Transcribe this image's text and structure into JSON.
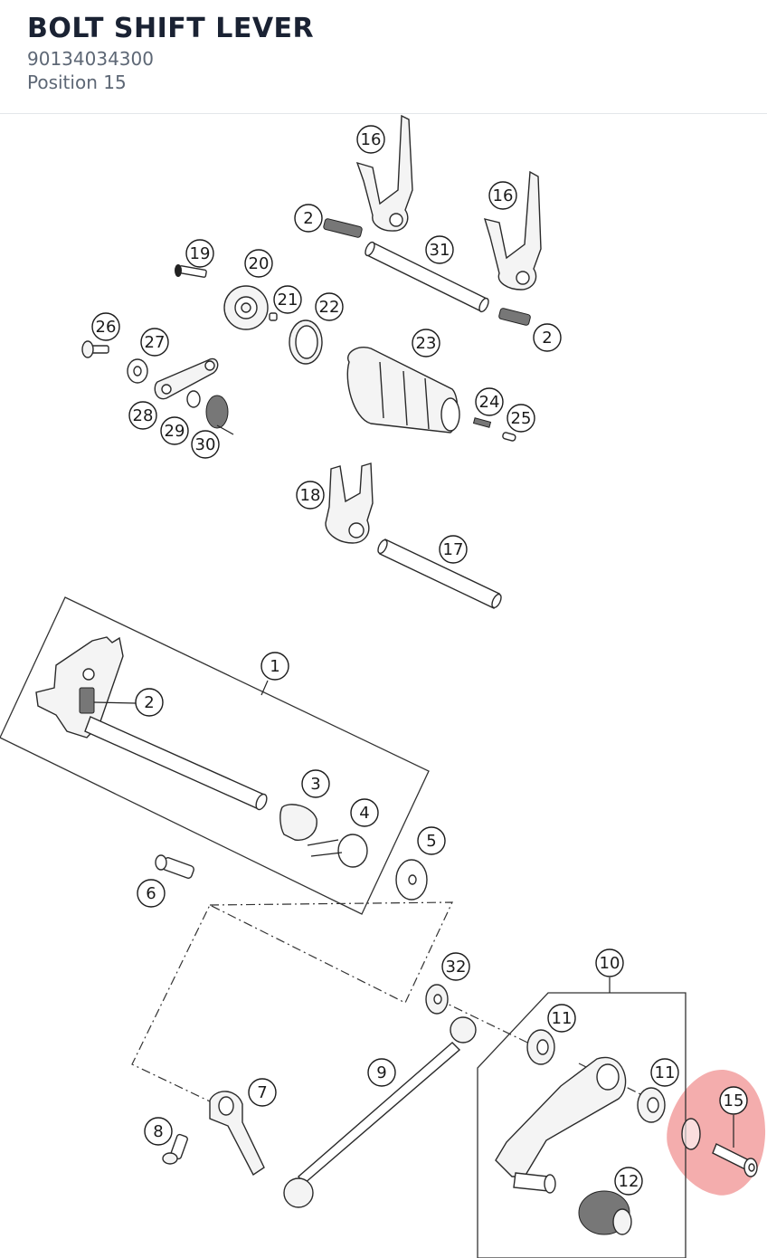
{
  "header": {
    "title": "BOLT SHIFT LEVER",
    "part_number": "90134034300",
    "position": "Position 15"
  },
  "diagram": {
    "highlight_color": "#f08a8a",
    "highlighted_position": "15",
    "callouts": [
      "16",
      "16",
      "2",
      "2",
      "31",
      "19",
      "20",
      "21",
      "22",
      "26",
      "27",
      "23",
      "24",
      "25",
      "28",
      "29",
      "30",
      "18",
      "17",
      "1",
      "2",
      "3",
      "4",
      "5",
      "6",
      "32",
      "10",
      "11",
      "11",
      "9",
      "7",
      "15",
      "8",
      "12"
    ]
  }
}
